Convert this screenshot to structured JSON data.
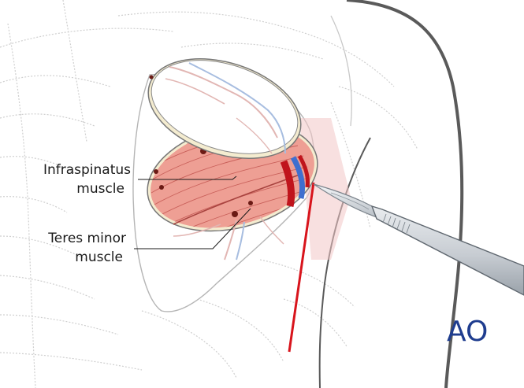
{
  "labels": {
    "infraspinatus": [
      "Infraspinatus",
      "muscle"
    ],
    "teres_minor": [
      "Teres minor",
      "muscle"
    ]
  },
  "logo": {
    "text": "AO"
  },
  "colors": {
    "outline": "#c8c8c8",
    "body_outline": "#5a5a5a",
    "muscle": "#ee9f94",
    "muscle_dark": "#c9605a",
    "incision": "#d8141c",
    "logo": "#1f3d8f",
    "vein": "#3f6fcf",
    "artery": "#c0141c"
  },
  "icons": {
    "instrument": "scalpel-icon"
  }
}
